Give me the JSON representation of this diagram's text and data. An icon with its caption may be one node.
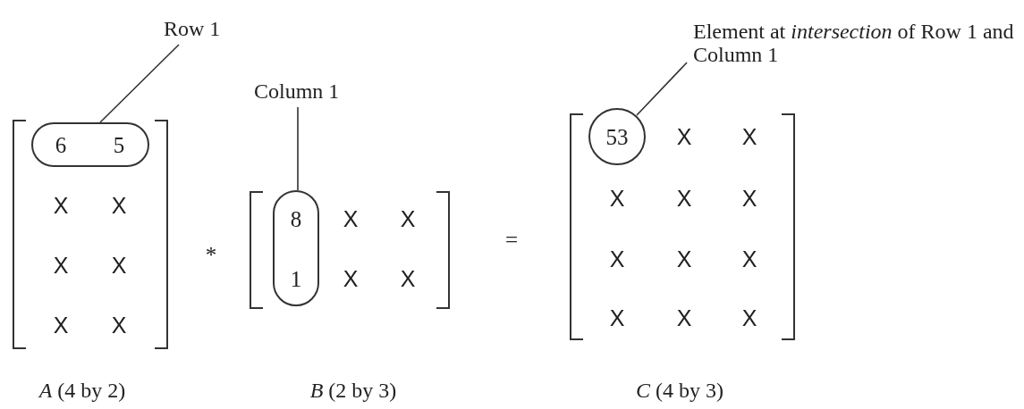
{
  "diagram": {
    "nodes": [
      {
        "text": [
          "Row 1"
        ]
      },
      {
        "text": [
          "6",
          "5"
        ]
      },
      {
        "text": [
          "Column 1"
        ]
      },
      {
        "text": [
          "8",
          "1"
        ]
      },
      {
        "text": [
          "Element at *intersection* of Row 1 and Column 1"
        ]
      },
      {
        "text": [
          "53"
        ]
      }
    ],
    "edges": [
      {
        "from": 0,
        "to": 1,
        "arrow": "none"
      },
      {
        "from": 2,
        "to": 3,
        "arrow": "none"
      },
      {
        "from": 4,
        "to": 5,
        "arrow": "none"
      }
    ],
    "labels": [
      "X",
      "X",
      "X",
      "X",
      "X",
      "X",
      "*",
      "X",
      "X",
      "X",
      "X",
      "=",
      "X",
      "X",
      "X",
      "X",
      "X",
      "X",
      "X",
      "X",
      "X",
      "X",
      "X",
      "*A* (4 by 2)",
      "*B* (2 by 3)",
      "*C* (4 by 3)"
    ]
  }
}
